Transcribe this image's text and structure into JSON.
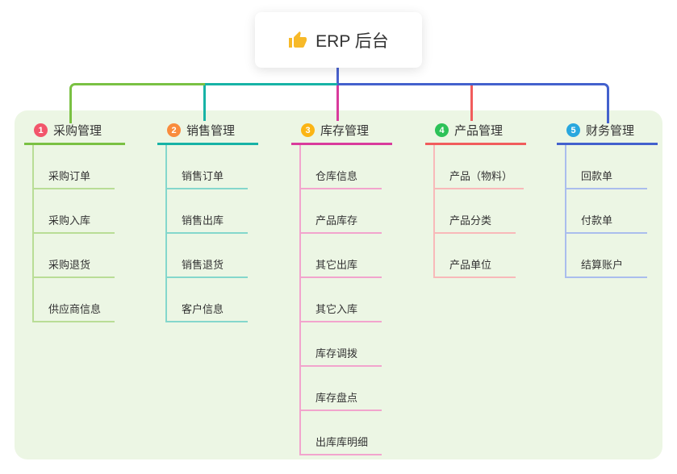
{
  "root": {
    "title": "ERP 后台",
    "icon": "thumbs-up-icon",
    "icon_color": "#f7b928"
  },
  "colors": {
    "page_bg": "#ffffff",
    "panel_bg": "#ecf6e4",
    "card_bg": "#ffffff",
    "trunk": "#4a62cf",
    "text": "#333333"
  },
  "branches": [
    {
      "badge": "1",
      "title": "采购管理",
      "badge_color": "#f2566b",
      "line_color": "#7ac143",
      "child_line_color": "#b9dd96",
      "children": [
        "采购订单",
        "采购入库",
        "采购退货",
        "供应商信息"
      ]
    },
    {
      "badge": "2",
      "title": "销售管理",
      "badge_color": "#f98c3d",
      "line_color": "#17b3a6",
      "child_line_color": "#84d7cc",
      "children": [
        "销售订单",
        "销售出库",
        "销售退货",
        "客户信息"
      ]
    },
    {
      "badge": "3",
      "title": "库存管理",
      "badge_color": "#fbb515",
      "line_color": "#d93b9c",
      "child_line_color": "#f2a4cd",
      "children": [
        "仓库信息",
        "产品库存",
        "其它出库",
        "其它入库",
        "库存调拨",
        "库存盘点",
        "出库库明细"
      ]
    },
    {
      "badge": "4",
      "title": "产品管理",
      "badge_color": "#2dc258",
      "line_color": "#f15c5c",
      "child_line_color": "#f8b9b9",
      "children": [
        "产品（物料）",
        "产品分类",
        "产品单位"
      ]
    },
    {
      "badge": "5",
      "title": "财务管理",
      "badge_color": "#29a7de",
      "line_color": "#4361cd",
      "child_line_color": "#aabded",
      "children": [
        "回款单",
        "付款单",
        "结算账户"
      ]
    }
  ]
}
